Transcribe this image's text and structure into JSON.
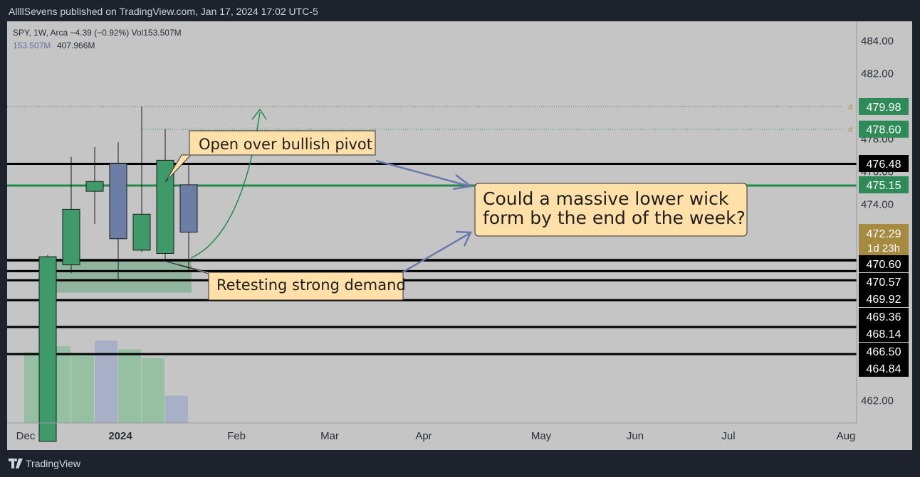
{
  "header": {
    "publisher_line": "AllllSevens published on TradingView.com, Jan 17, 2024 17:02 UTC-5"
  },
  "footer": {
    "brand": "TradingView",
    "logo_icon": "tradingview-logo-icon"
  },
  "legend": {
    "line1": "SPY, 1W, Arca  −4.39 (−0.92%)  Vol153.507M",
    "vol_a": "153.507M",
    "vol_b": "407.966M"
  },
  "colors": {
    "background": "#c5c5c5",
    "frame": "#1e222d",
    "bull": "#3f9a6a",
    "bear": "#6c7ea6",
    "level_line": "#000000",
    "pivot_line": "#1f8a4a",
    "demand_zone": "#7fae90",
    "callout_fill": "#ffe0a8",
    "arrow_blue": "#6a7aae",
    "arrow_green": "#1f8a4a",
    "price_tag": "#a58a40"
  },
  "chart_data": {
    "type": "candlestick",
    "title": "",
    "symbol": "SPY",
    "interval": "1W",
    "exchange": "Arca",
    "change": "−4.39 (−0.92%)",
    "volume_label": "Vol153.507M",
    "ylim": [
      460.8,
      485.0
    ],
    "y_ticks": [
      "484.00",
      "482.00",
      "478.00",
      "476.00",
      "474.00",
      "462.00"
    ],
    "x_ticks": [
      "Dec",
      "2024",
      "Feb",
      "Mar",
      "Apr",
      "May",
      "Jun",
      "Jul",
      "Aug"
    ],
    "candles": [
      {
        "date": "2023-12-04",
        "open": 459.5,
        "high": 470.9,
        "low": 459.5,
        "close": 470.8,
        "volume": 112
      },
      {
        "date": "2023-12-11",
        "open": 470.3,
        "high": 476.9,
        "low": 469.8,
        "close": 473.7,
        "volume": 121
      },
      {
        "date": "2023-12-18",
        "open": 474.8,
        "high": 477.5,
        "low": 472.8,
        "close": 475.4,
        "volume": 110
      },
      {
        "date": "2023-12-25",
        "open": 476.5,
        "high": 477.8,
        "low": 469.4,
        "close": 471.9,
        "volume": 130
      },
      {
        "date": "2024-01-01",
        "open": 471.2,
        "high": 480.0,
        "low": 471.1,
        "close": 473.4,
        "volume": 116
      },
      {
        "date": "2024-01-08",
        "open": 471.0,
        "high": 478.6,
        "low": 470.5,
        "close": 476.7,
        "volume": 102
      },
      {
        "date": "2024-01-15",
        "open": 475.2,
        "high": 476.4,
        "low": 469.9,
        "close": 472.3,
        "volume": 43
      }
    ],
    "level_lines": [
      {
        "price": 476.48,
        "label": "476.48",
        "color": "#000000"
      },
      {
        "price": 475.15,
        "label": "475.15",
        "color": "#1f8a4a"
      },
      {
        "price": 470.6,
        "label": "470.60",
        "color": "#000000"
      },
      {
        "price": 470.57,
        "label": "470.57",
        "color": "#000000"
      },
      {
        "price": 469.92,
        "label": "469.92",
        "color": "#000000"
      },
      {
        "price": 469.36,
        "label": "469.36",
        "color": "#000000"
      },
      {
        "price": 468.14,
        "label": "468.14",
        "color": "#000000"
      },
      {
        "price": 466.5,
        "label": "466.50",
        "color": "#000000"
      },
      {
        "price": 464.84,
        "label": "464.84",
        "color": "#000000"
      }
    ],
    "high_markers": [
      {
        "price": 479.98,
        "label": "479.98",
        "tag": "d"
      },
      {
        "price": 478.6,
        "label": "478.60",
        "tag": "d"
      }
    ],
    "current_price": {
      "price": 472.29,
      "label": "472.29",
      "countdown": "1d 23h"
    },
    "demand_zone": {
      "top": 470.6,
      "bottom": 468.6
    },
    "annotations": [
      "Open over bullish pivot",
      "Retesting strong demand",
      "Could a massive lower wick\nform by the end of the week?"
    ]
  }
}
